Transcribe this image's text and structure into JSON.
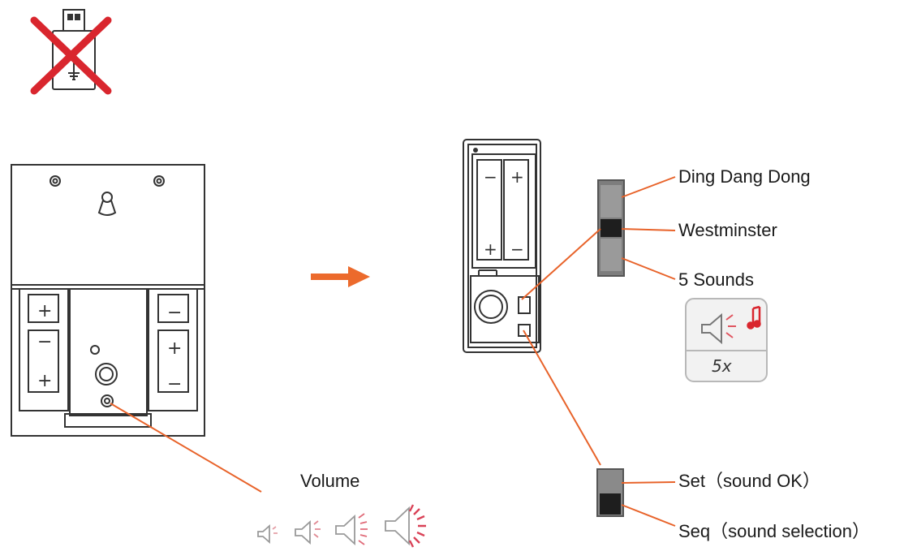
{
  "labels": {
    "ding_dang_dong": "Ding Dang Dong",
    "westminster": "Westminster",
    "five_sounds": "5 Sounds",
    "set": "Set（sound OK）",
    "seq": "Seq（sound selection）",
    "volume": "Volume"
  },
  "badge": {
    "text": "5x"
  },
  "battery_marks": {
    "plus": "+",
    "minus": "−"
  },
  "colors": {
    "accent_line": "#e8632a",
    "arrow": "#ec6a2c",
    "cross": "#d9262e",
    "switch_grey": "#8a8a8a",
    "switch_dark": "#222222",
    "note": "#d9262e"
  },
  "icons": [
    "usb-stick-icon",
    "no-cross-icon",
    "right-arrow-icon",
    "speaker-icon",
    "music-note-icon"
  ]
}
